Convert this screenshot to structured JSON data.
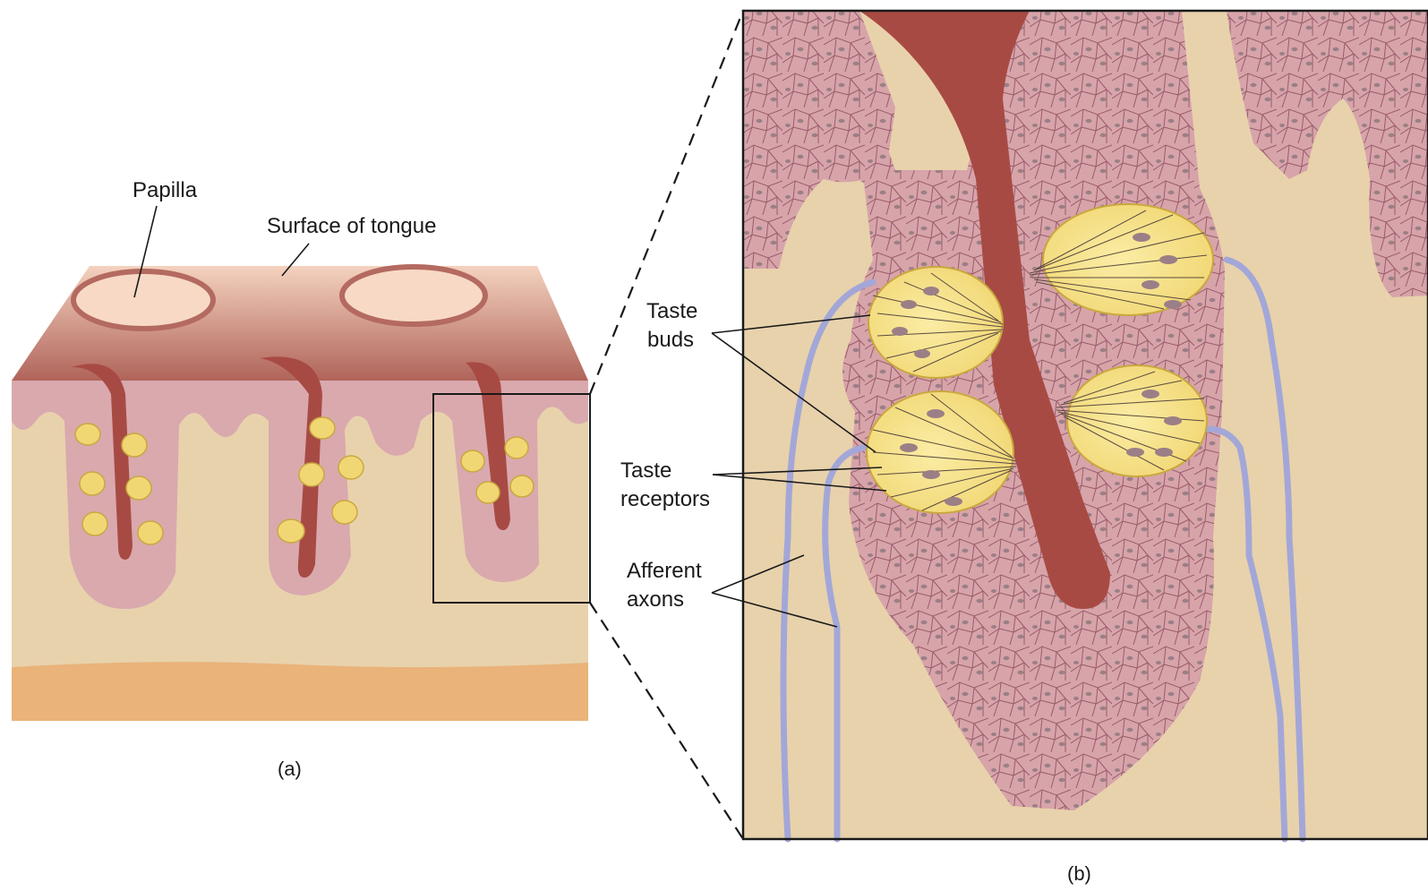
{
  "panel_a": {
    "labels": {
      "papilla": "Papilla",
      "surface": "Surface of tongue"
    },
    "caption": "(a)"
  },
  "panel_b": {
    "labels": {
      "taste_buds_line1": "Taste",
      "taste_buds_line2": "buds",
      "taste_receptors_line1": "Taste",
      "taste_receptors_line2": "receptors",
      "afferent_line1": "Afferent",
      "afferent_line2": "axons"
    },
    "caption": "(b)"
  },
  "colors": {
    "epithelium_pink": "#d7a4aa",
    "cell_outline": "#9a5c6a",
    "nucleus": "#9b7f86",
    "connective_tan": "#e8d2ac",
    "duct_red": "#a84a44",
    "bud_yellow": "#f4de7e",
    "bud_outline": "#c9a83e",
    "axon_blue": "#a3a7d8",
    "base_layer": "#e9b37a"
  }
}
